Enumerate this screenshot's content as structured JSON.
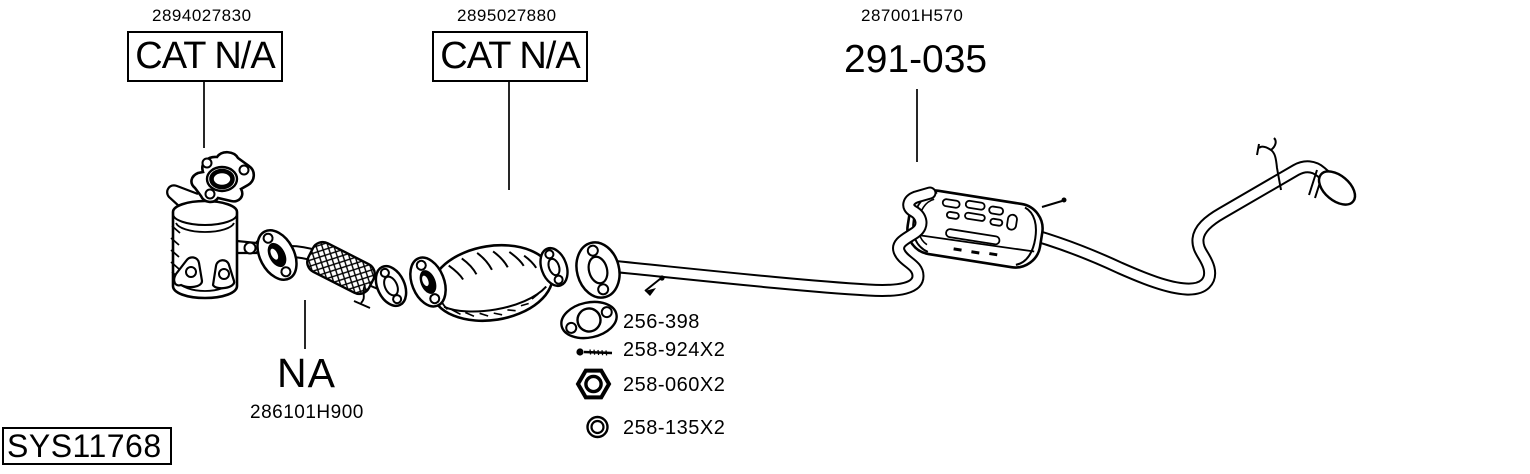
{
  "diagram": {
    "system_id": "SYS11768",
    "callouts": [
      {
        "part_number": "2894027830",
        "label": "CAT N/A",
        "boxed": true
      },
      {
        "part_number": "2895027880",
        "label": "CAT N/A",
        "boxed": true
      },
      {
        "part_number": "287001H570",
        "label": "291-035",
        "boxed": false
      }
    ],
    "front_pipe_callout": {
      "label": "NA",
      "part_number": "286101H900"
    },
    "hardware_legend": [
      {
        "icon": "gasket-icon",
        "part_number": "256-398"
      },
      {
        "icon": "bolt-icon",
        "part_number": "258-924X2"
      },
      {
        "icon": "nut-icon",
        "part_number": "258-060X2"
      },
      {
        "icon": "ring-icon",
        "part_number": "258-135X2"
      }
    ],
    "colors": {
      "line": "#000000",
      "background": "#ffffff"
    }
  }
}
